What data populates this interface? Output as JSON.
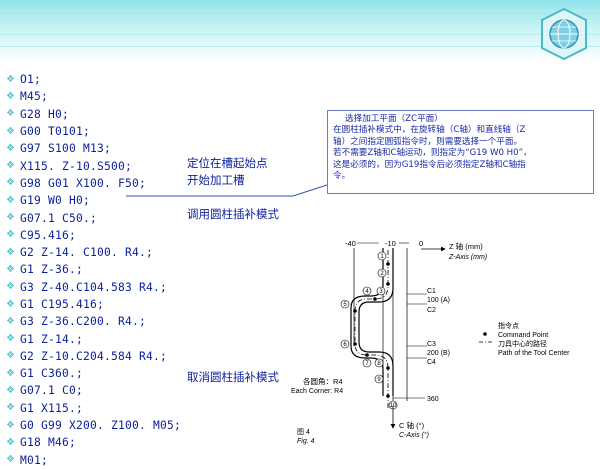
{
  "header": {
    "logo_icon": "globe-logo-icon",
    "band_color": "#8fe4ea"
  },
  "code_lines": [
    "O1;",
    "M45;",
    "G28 H0;",
    "G00 T0101;",
    "G97 S100 M13;",
    "X115. Z-10.S500;",
    "G98 G01 X100. F50;",
    "G19 W0 H0;",
    "G07.1 C50.;",
    "C95.416;",
    "G2 Z-14. C100. R4.;",
    "G1 Z-36.;",
    "G3 Z-40.C104.583 R4.;",
    "G1 C195.416;",
    "G3 Z-36.C200. R4.;",
    "G1 Z-14.;",
    "G2 Z-10.C204.584 R4.;",
    "G1 C360.;",
    "G07.1 C0;",
    "G1 X115.;",
    "G0 G99 X200. Z100. M05;",
    "G18 M46;",
    "M01;"
  ],
  "notes": {
    "position_start": "定位在槽起始点",
    "start_machining": "开始加工槽",
    "call_interp": "调用圆柱插补模式",
    "cancel_interp": "取消圆柱插补模式"
  },
  "callout": {
    "line1": "选择加工平面（ZC平面）",
    "line2": "在圆柱插补模式中，在旋转轴（C轴）和直线轴（Z",
    "line3": "轴）之间指定圆弧指令时，则需要选择一个平面。",
    "line4": "若不需要Z轴和C轴运动，则指定为“G19 W0 H0”，",
    "line5": "这是必须的，因为G19指令后必须指定Z轴和C轴指",
    "line6": "令。"
  },
  "figure": {
    "z_ticks": [
      "-40",
      "-10",
      "0"
    ],
    "z_axis_cn": "Z 轴 (mm)",
    "z_axis_en": "Z-Axis (mm)",
    "c_labels": [
      "C1",
      "100 (A)",
      "C2",
      "C3",
      "200 (B)",
      "C4",
      "360"
    ],
    "point_numbers": [
      "1",
      "2",
      "3",
      "4",
      "5",
      "6",
      "7",
      "8",
      "9",
      "10"
    ],
    "legend_title": "指令点",
    "legend_cmd_en": "Command Point",
    "legend_path_cn": "刀具中心的路径",
    "legend_path_en": "Path of the Tool Center",
    "corner_cn": "各圆角：R4",
    "corner_en": "Each Corner: R4",
    "c_axis_cn": "C 轴 (°)",
    "c_axis_en": "C-Axis (°)",
    "fig_cn": "图 4",
    "fig_en": "Fig. 4"
  }
}
